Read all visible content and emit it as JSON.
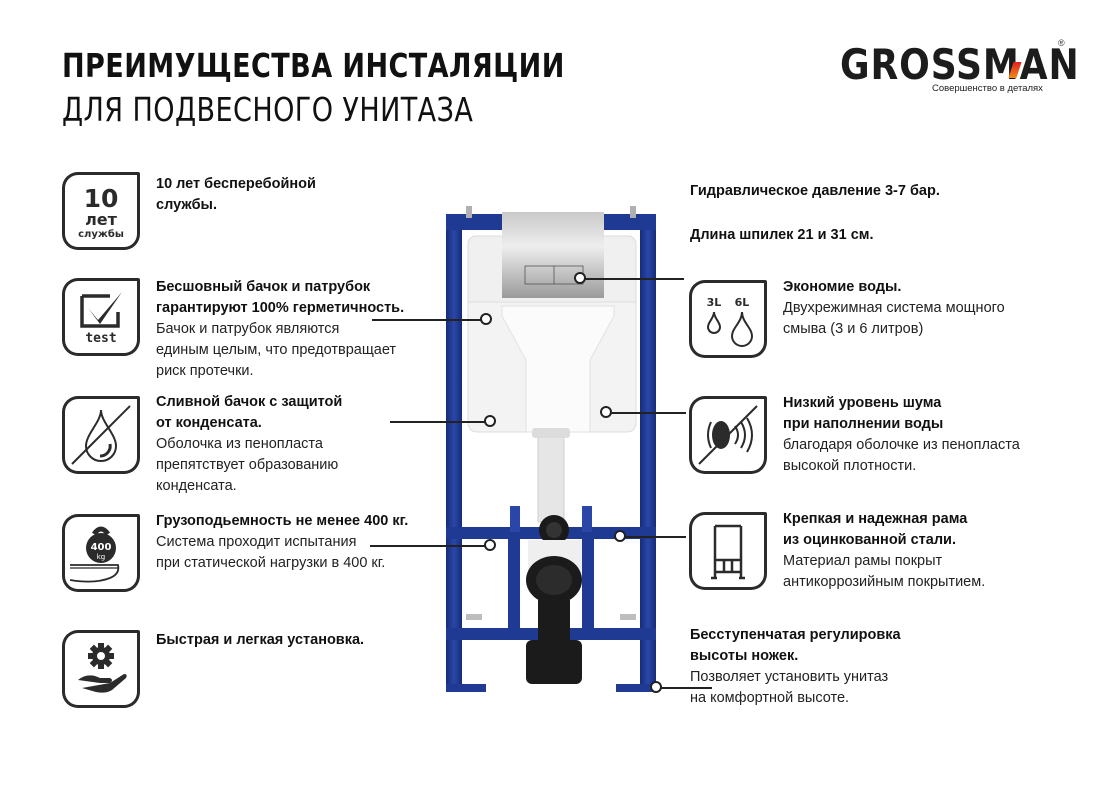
{
  "header": {
    "title_line1": "ПРЕИМУЩЕСТВА ИНСТАЛЯЦИИ",
    "title_line2": "ДЛЯ ПОДВЕСНОГО УНИТАЗА"
  },
  "brand": {
    "name": "GROSSMAN",
    "registered": "®",
    "tagline": "Совершенство в деталях",
    "accent_colors": [
      "#e02020",
      "#f08a1a"
    ]
  },
  "colors": {
    "frame_blue": "#1f3a93",
    "text": "#1a1a1a",
    "icon_stroke": "#2b2b2b"
  },
  "left_features": [
    {
      "icon": "ten-years-service-icon",
      "icon_text": {
        "big": "10",
        "mid": "лет",
        "small": "службы"
      },
      "bold": "10 лет бесперебойной службы.",
      "bold_lines": [
        "10 лет бесперебойной",
        "службы."
      ],
      "normal_lines": []
    },
    {
      "icon": "checkmark-test-icon",
      "icon_text": {
        "label": "test"
      },
      "bold_lines": [
        "Бесшовный бачок и патрубок",
        "гарантируют 100% герметичность."
      ],
      "normal_lines": [
        "Бачок и патрубок являются",
        "единым целым, что предотвращает",
        "риск протечки."
      ]
    },
    {
      "icon": "no-condensation-drop-icon",
      "bold_lines": [
        "Сливной бачок с защитой",
        "от конденсата."
      ],
      "normal_lines": [
        "Оболочка из пенопласта",
        "препятствует образованию",
        "конденсата."
      ]
    },
    {
      "icon": "kettlebell-load-icon",
      "icon_text": {
        "big": "400",
        "small": "kg"
      },
      "bold_lines": [
        "Грузоподьемность не менее 400 кг."
      ],
      "normal_lines": [
        "Система проходит испытания",
        "при статической нагрузки в 400 кг."
      ]
    },
    {
      "icon": "gear-in-hand-icon",
      "bold_lines": [
        "Быстрая и легкая установка."
      ],
      "normal_lines": []
    }
  ],
  "right_specs": [
    "Гидравлическое давление 3-7 бар.",
    "Длина шпилек 21 и 31 см."
  ],
  "right_features": [
    {
      "icon": "dual-flush-drops-icon",
      "icon_text": {
        "left": "3L",
        "right": "6L"
      },
      "bold_lines": [
        "Экономие воды."
      ],
      "normal_lines": [
        "Двухрежимная система мощного",
        "смыва (3 и 6 литров)"
      ]
    },
    {
      "icon": "low-noise-speaker-icon",
      "bold_lines": [
        "Низкий уровень шума",
        "при наполнении воды"
      ],
      "normal_lines": [
        "благодаря оболочке из пенопласта",
        "высокой плотности."
      ]
    },
    {
      "icon": "steel-frame-icon",
      "bold_lines": [
        "Крепкая и надежная рама",
        "из оцинкованной стали."
      ],
      "normal_lines": [
        "Материал рамы покрыт",
        "антикоррозийным покрытием."
      ]
    },
    {
      "icon": null,
      "bold_lines": [
        "Бесступенчатая регулировка",
        "высоты ножек."
      ],
      "normal_lines": [
        "Позволяет установить унитаз",
        "на комфортной высоте."
      ]
    }
  ]
}
